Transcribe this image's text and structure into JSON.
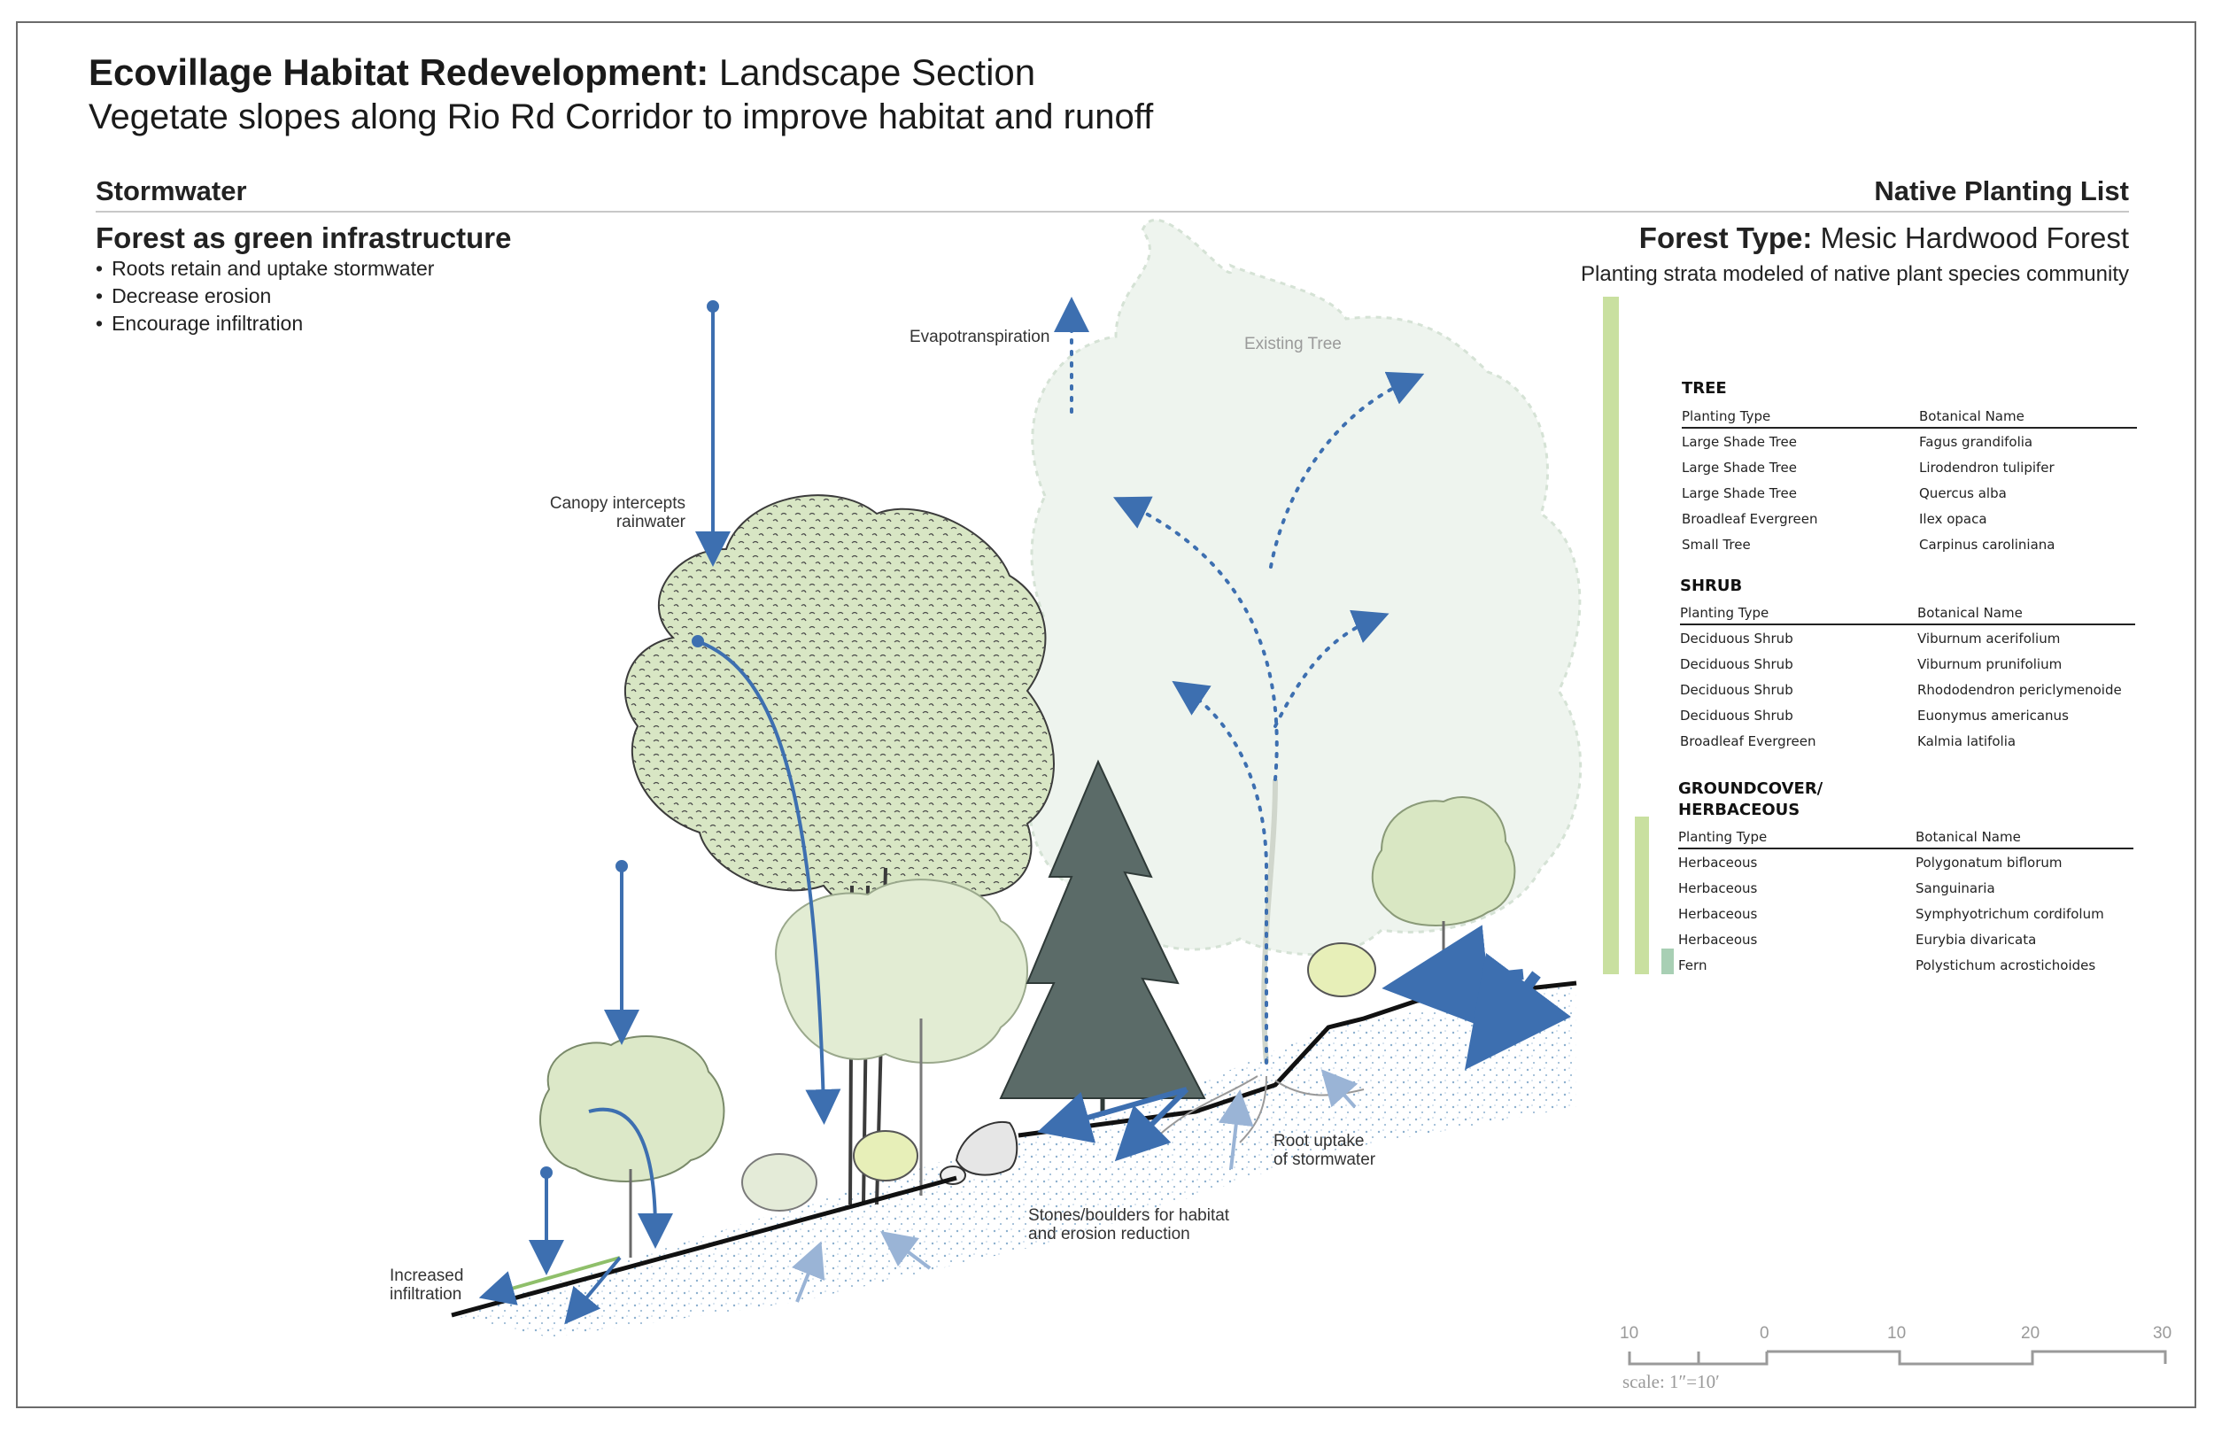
{
  "header": {
    "title_bold": "Ecovillage Habitat Redevelopment:",
    "title_rest": " Landscape Section",
    "subtitle": "Vegetate slopes along Rio Rd Corridor to improve habitat and runoff"
  },
  "left": {
    "section": "Stormwater",
    "heading": "Forest as green infrastructure",
    "bullets": [
      "Roots retain and uptake stormwater",
      "Decrease erosion",
      "Encourage infiltration"
    ]
  },
  "right": {
    "section": "Native Planting List",
    "forest_type_label": "Forest Type:",
    "forest_type_value": " Mesic Hardwood Forest",
    "strata_note": "Planting strata modeled  of native plant species community"
  },
  "annotations": {
    "evapotranspiration": "Evapotranspiration",
    "existing_tree": "Existing Tree",
    "canopy_1": "Canopy intercepts",
    "canopy_2": "rainwater",
    "infiltration_1": "Increased",
    "infiltration_2": "infiltration",
    "stones_1": "Stones/boulders for habitat",
    "stones_2": "and erosion reduction",
    "root_1": "Root uptake",
    "root_2": "of stormwater"
  },
  "planting_list": {
    "col_type": "Planting Type",
    "col_botanical": "Botanical Name",
    "tree": {
      "title": "TREE",
      "rows": [
        {
          "type": "Large Shade Tree",
          "name": "Fagus grandifolia"
        },
        {
          "type": "Large Shade Tree",
          "name": "Lirodendron tulipifer"
        },
        {
          "type": "Large Shade Tree",
          "name": "Quercus alba"
        },
        {
          "type": "Broadleaf Evergreen",
          "name": "Ilex opaca"
        },
        {
          "type": "Small Tree",
          "name": "Carpinus caroliniana"
        }
      ]
    },
    "shrub": {
      "title": "SHRUB",
      "rows": [
        {
          "type": "Deciduous Shrub",
          "name": "Viburnum acerifolium"
        },
        {
          "type": "Deciduous Shrub",
          "name": "Viburnum prunifolium"
        },
        {
          "type": "Deciduous Shrub",
          "name": "Rhododendron periclymenoide"
        },
        {
          "type": "Deciduous Shrub",
          "name": "Euonymus americanus"
        },
        {
          "type": "Broadleaf Evergreen",
          "name": "Kalmia latifolia"
        }
      ]
    },
    "ground": {
      "title_1": "GROUNDCOVER/",
      "title_2": "HERBACEOUS",
      "rows": [
        {
          "type": "Herbaceous",
          "name": "Polygonatum biflorum"
        },
        {
          "type": "Herbaceous",
          "name": "Sanguinaria"
        },
        {
          "type": "Herbaceous",
          "name": "Symphyotrichum cordifolum"
        },
        {
          "type": "Herbaceous",
          "name": "Eurybia divaricata"
        },
        {
          "type": "Fern",
          "name": "Polystichum acrostichoides"
        }
      ]
    }
  },
  "scale": {
    "ticks": [
      "10",
      "0",
      "10",
      "20",
      "30"
    ],
    "label": "scale: 1″=10′"
  },
  "colors": {
    "water": "#3d6fb0",
    "water_light": "#9ab4d6",
    "foliage": "#cfe0b0",
    "existing_tree": "#e6efe6",
    "strata_bar": "#c9e0a0",
    "fern_bar": "#a8cfb4"
  }
}
